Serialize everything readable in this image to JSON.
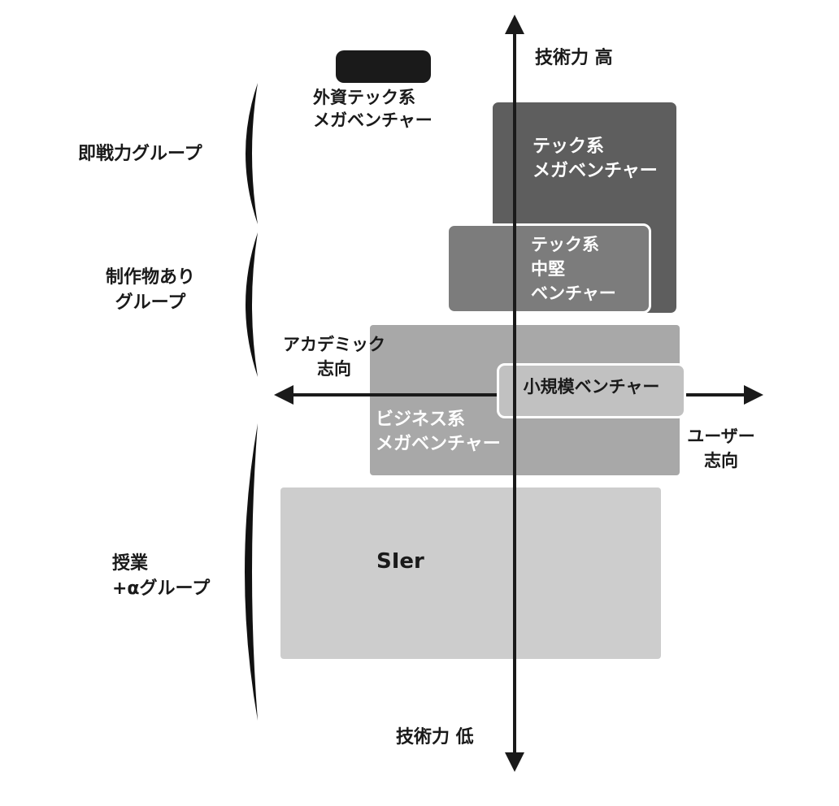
{
  "colors": {
    "ink": "#1a1a1a",
    "background": "#ffffff"
  },
  "axes": {
    "color": "#1a1a1a",
    "vertical": {
      "top_label": "技術力 高",
      "bottom_label": "技術力 低"
    },
    "horizontal": {
      "left_label_lines": [
        "アカデミック",
        "志向"
      ],
      "right_label_lines": [
        "ユーザー",
        "志向"
      ]
    }
  },
  "groups": {
    "brace_color": "#111111",
    "items": [
      {
        "lines": [
          "即戦力グループ"
        ]
      },
      {
        "lines": [
          "制作物あり",
          "グループ"
        ]
      },
      {
        "lines": [
          "授業",
          "+αグループ"
        ]
      }
    ]
  },
  "boxes": {
    "foreign_tech": {
      "lines": [
        "外資テック系",
        "メガベンチャー"
      ],
      "color": "#1a1a1a",
      "text_color": "#1a1a1a"
    },
    "tech_mega": {
      "lines": [
        "テック系",
        "メガベンチャー"
      ],
      "color": "#5e5e5e",
      "text_color": "#ffffff"
    },
    "tech_mid": {
      "lines": [
        "テック系",
        "中堅",
        "ベンチャー"
      ],
      "color": "#7c7c7c",
      "text_color": "#ffffff"
    },
    "business_mega": {
      "lines": [
        "ビジネス系",
        "メガベンチャー"
      ],
      "color": "#a8a8a8",
      "text_color": "#ffffff"
    },
    "small_venture": {
      "label": "小規模ベンチャー",
      "color": "#c1c1c1",
      "text_color": "#1a1a1a"
    },
    "sier": {
      "label": "SIer",
      "color": "#cdcdcd",
      "text_color": "#1a1a1a"
    }
  }
}
